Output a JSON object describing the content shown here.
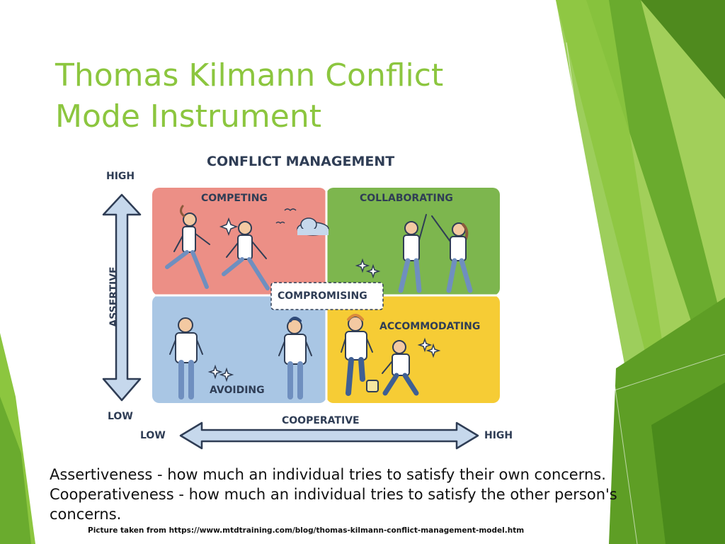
{
  "slide": {
    "title_lines": [
      "Thomas Kilmann Conflict",
      "Mode Instrument"
    ],
    "theme_colors": {
      "title": "#8cc63f",
      "green_dark": "#4f8a1e",
      "green_mid": "#6aab2e",
      "green_light": "#a2cf5a"
    }
  },
  "diagram": {
    "heading": "CONFLICT MANAGEMENT",
    "quadrants": {
      "competing": {
        "label": "COMPETING",
        "color": "#ec8f86"
      },
      "collaborating": {
        "label": "COLLABORATING",
        "color": "#7db64e"
      },
      "avoiding": {
        "label": "AVOIDING",
        "color": "#a9c6e4"
      },
      "accommodating": {
        "label": "ACCOMMODATING",
        "color": "#f6cc35"
      }
    },
    "center_label": "COMPROMISING",
    "vertical_axis": {
      "label": "ASSERTIVE",
      "high": "HIGH",
      "low": "LOW"
    },
    "horizontal_axis": {
      "label": "COOPERATIVE",
      "low": "LOW",
      "high": "HIGH"
    },
    "icons": [
      "running-people-icon",
      "high-five-people-icon",
      "standing-people-icon",
      "kneeling-person-icon",
      "sparkle-icon",
      "cloud-icon",
      "bird-icon"
    ]
  },
  "body": {
    "lines": [
      "Assertiveness - how much an individual tries to satisfy their own concerns.",
      "Cooperativeness - how much an individual tries to satisfy the other person's",
      "concerns."
    ]
  },
  "credit": "Picture taken from https://www.mtdtraining.com/blog/thomas-kilmann-conflict-management-model.htm"
}
